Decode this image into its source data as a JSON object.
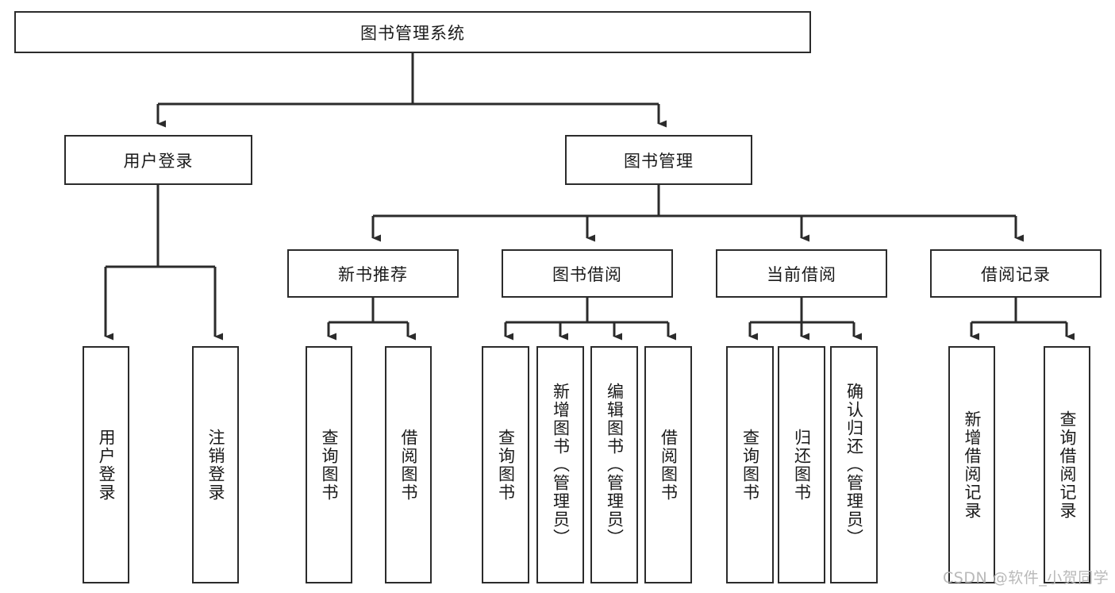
{
  "diagram": {
    "type": "tree",
    "title": "图书管理系统",
    "root": {
      "label": "图书管理系统"
    },
    "level2": [
      {
        "label": "用户登录"
      },
      {
        "label": "图书管理"
      }
    ],
    "level3": [
      {
        "label": "新书推荐"
      },
      {
        "label": "图书借阅"
      },
      {
        "label": "当前借阅"
      },
      {
        "label": "借阅记录"
      }
    ],
    "leaves": {
      "user_login": [
        {
          "label": "用户登录"
        },
        {
          "label": "注销登录"
        }
      ],
      "new_book_recommend": [
        {
          "label": "查询图书"
        },
        {
          "label": "借阅图书"
        }
      ],
      "book_borrow": [
        {
          "label": "查询图书"
        },
        {
          "label": "新增图书（管理员）"
        },
        {
          "label": "编辑图书（管理员）"
        },
        {
          "label": "借阅图书"
        }
      ],
      "current_borrow": [
        {
          "label": "查询图书"
        },
        {
          "label": "归还图书"
        },
        {
          "label": "确认归还（管理员）"
        }
      ],
      "borrow_records": [
        {
          "label": "新增借阅记录"
        },
        {
          "label": "查询借阅记录"
        }
      ]
    },
    "colors": {
      "stroke": "#2b2b2b",
      "fill": "#ffffff",
      "text": "#1a1a1a",
      "watermark": "#b9b9b9"
    }
  },
  "watermark": {
    "text": "CSDN @软件_小贺同学"
  }
}
